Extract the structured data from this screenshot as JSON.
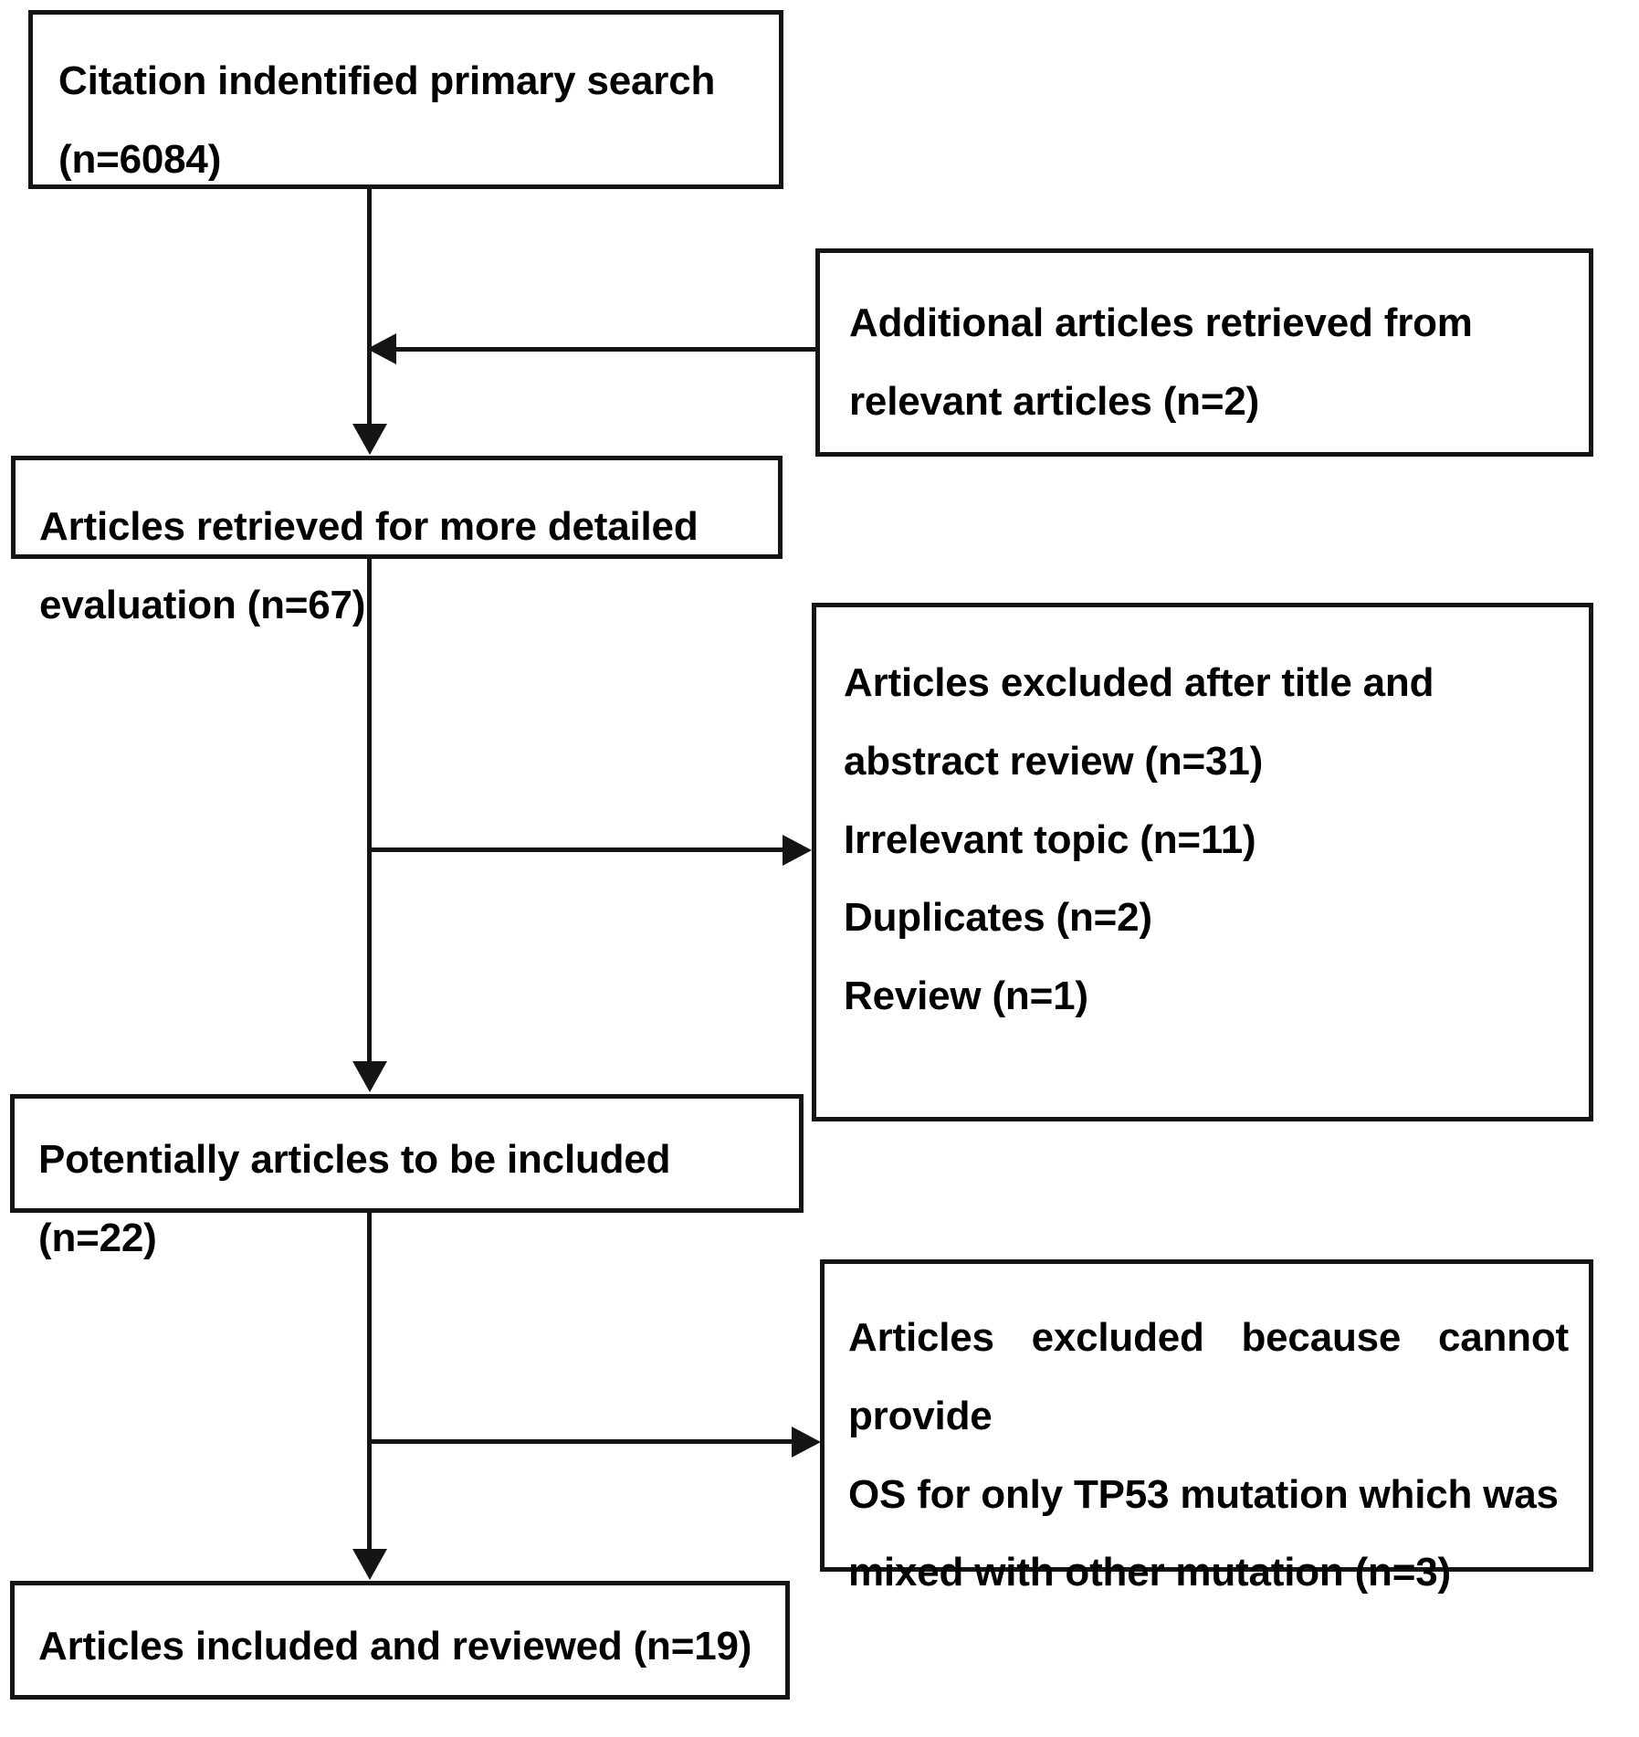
{
  "diagram": {
    "type": "prisma-study-selection-flowchart",
    "orientation": "top-to-bottom",
    "nodes": {
      "citation": {
        "line1": "Citation indentified primary search",
        "line2": "(n=6084)",
        "count": 6084
      },
      "additional": {
        "line1": "Additional articles retrieved from",
        "line2": "relevant articles (n=2)",
        "count": 2
      },
      "retrieved": {
        "line1": "Articles retrieved for more detailed",
        "line2": "evaluation (n=67)",
        "count": 67
      },
      "excluded_title_abstract": {
        "line1": "Articles excluded after title and",
        "line2": "abstract review (n=31)",
        "line3": "Irrelevant topic (n=11)",
        "line4": "Duplicates (n=2)",
        "line5": "Review (n=1)",
        "total": 31,
        "irrelevant_topic": 11,
        "duplicates": 2,
        "review": 1
      },
      "potential": {
        "line1": "Potentially articles to be included (n=22)",
        "count": 22
      },
      "excluded_no_os": {
        "line1": "Articles excluded because cannot provide",
        "line2": "OS for only TP53 mutation which was",
        "line3": "mixed with other mutation (n=3)",
        "count": 3
      },
      "included": {
        "line1": "Articles included and reviewed (n=19)",
        "count": 19
      }
    },
    "colors": {
      "stroke": "#151515",
      "fill": "#ffffff",
      "text": "#000000"
    }
  }
}
